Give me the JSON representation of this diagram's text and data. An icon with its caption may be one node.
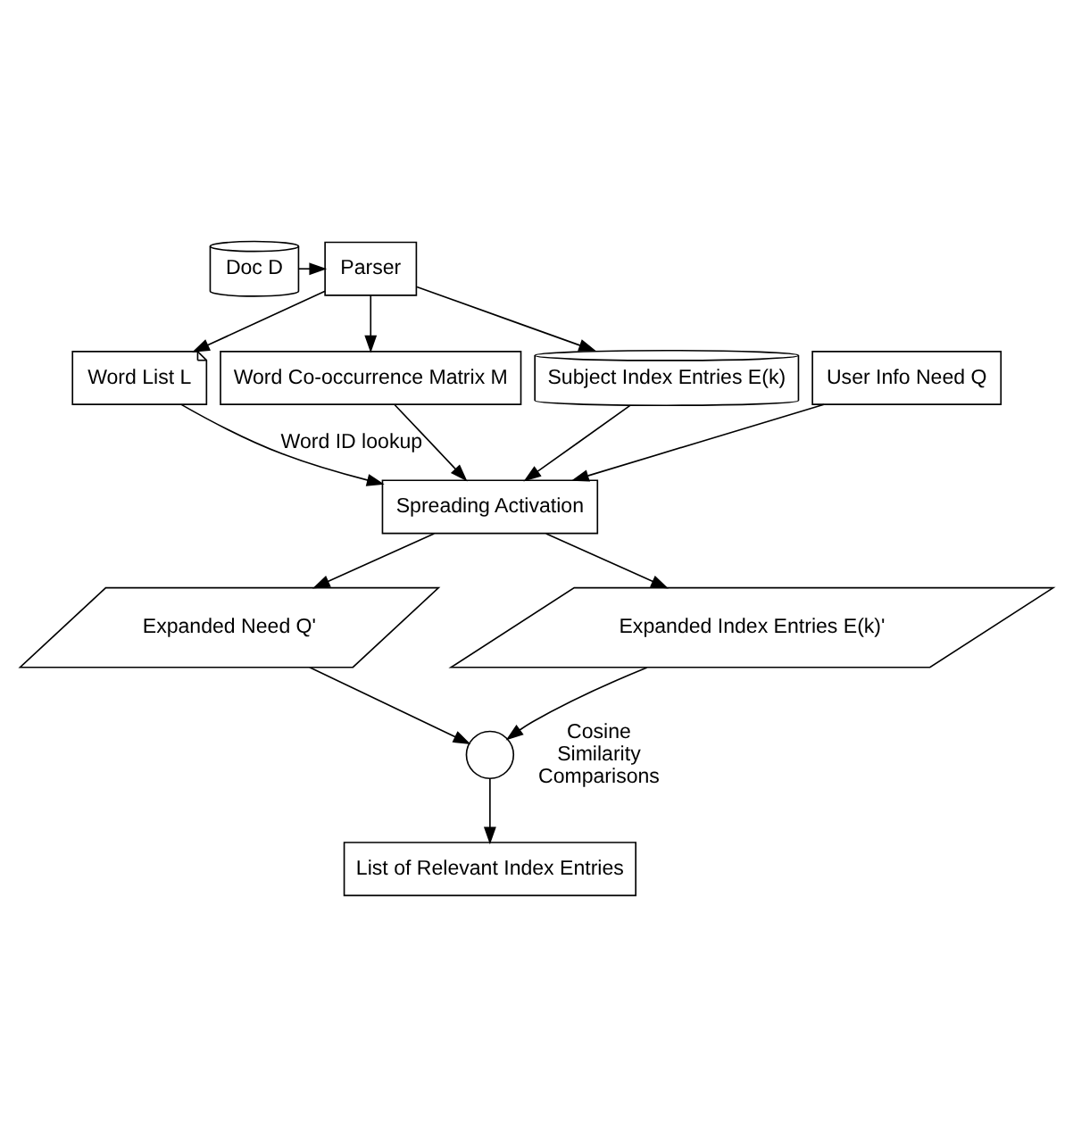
{
  "diagram": {
    "nodes": [
      {
        "text": [
          "Doc D"
        ]
      },
      {
        "text": [
          "Parser"
        ]
      },
      {
        "text": [
          "Word List L"
        ]
      },
      {
        "text": [
          "Word Co-occurrence Matrix M"
        ]
      },
      {
        "text": [
          "Subject Index Entries E(k)"
        ]
      },
      {
        "text": [
          "User Info Need Q"
        ]
      },
      {
        "text": [
          "Spreading Activation"
        ]
      },
      {
        "text": [
          "Expanded Need Q'"
        ]
      },
      {
        "text": [
          "Expanded Index Entries E(k)'"
        ]
      },
      {
        "text": [],
        "shape": "circle",
        "beside": [
          "Cosine Similarity Comparisons"
        ]
      },
      {
        "text": [
          "List of Relevant Index Entries"
        ]
      }
    ],
    "edges": [
      {
        "from": 0,
        "to": 1,
        "arrow": "to"
      },
      {
        "from": 1,
        "to": 2,
        "arrow": "to"
      },
      {
        "from": 1,
        "to": 3,
        "arrow": "to"
      },
      {
        "from": 1,
        "to": 4,
        "arrow": "to"
      },
      {
        "from": 5,
        "to": 6,
        "arrow": "to"
      },
      {
        "from": 2,
        "to": 6,
        "arrow": "to",
        "label": "Word ID lookup"
      },
      {
        "from": 3,
        "to": 6,
        "arrow": "to"
      },
      {
        "from": 4,
        "to": 6,
        "arrow": "to"
      },
      {
        "from": 6,
        "to": 7,
        "arrow": "to"
      },
      {
        "from": 6,
        "to": 8,
        "arrow": "to"
      },
      {
        "from": 7,
        "to": 9,
        "arrow": "to"
      },
      {
        "from": 8,
        "to": 9,
        "arrow": "to"
      },
      {
        "from": 9,
        "to": 10,
        "arrow": "to"
      }
    ]
  }
}
